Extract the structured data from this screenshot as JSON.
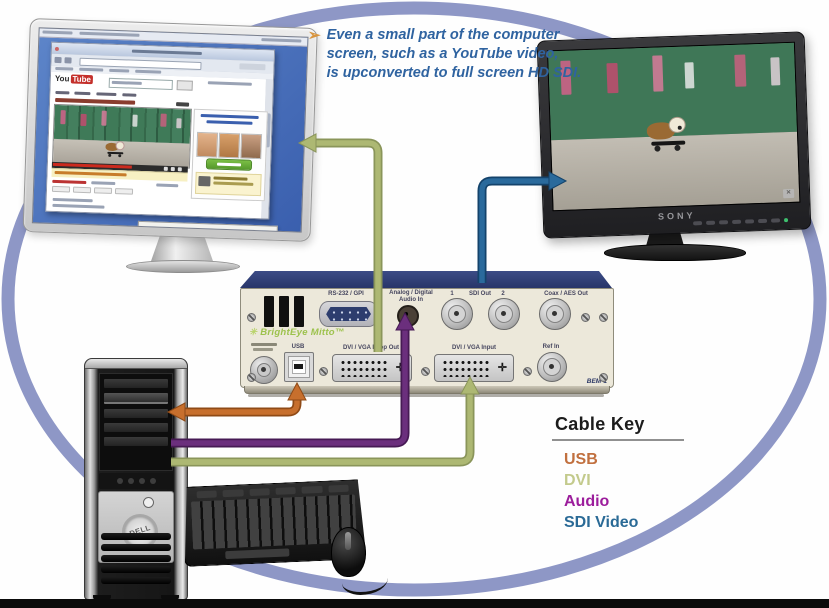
{
  "annotation": {
    "bullet": "➢",
    "lines": [
      "Even a small part of the computer",
      "screen, such as a YouTube video,",
      "is upconverted to full screen HD SDI."
    ]
  },
  "cable_key": {
    "title": "Cable Key",
    "items": [
      {
        "label": "USB",
        "color": "#c1703f"
      },
      {
        "label": "DVI",
        "color": "#c3ca8c"
      },
      {
        "label": "Audio",
        "color": "#9c1d9c"
      },
      {
        "label": "SDI Video",
        "color": "#2a6a96"
      }
    ]
  },
  "converter": {
    "brand_icon": "✳",
    "brand": "BrightEye Mitto™",
    "model": "BEM-1",
    "ports": {
      "rs232": "RS-232 / GPI",
      "audio_line1": "Analog / Digital",
      "audio_line2": "Audio In",
      "sdi_left": "1",
      "sdi_label": "SDI Out",
      "sdi_right": "2",
      "coax": "Coax / AES Out",
      "usb": "USB",
      "dvi_loop": "DVI / VGA Loop Out",
      "dvi_input": "DVI / VGA Input",
      "ref_in": "Ref In"
    }
  },
  "devices": {
    "monitor_brand": "SONY",
    "tower_brand": "DELL",
    "youtube_logo_you": "You",
    "youtube_logo_tube": "Tube",
    "sony_bug": "✕"
  },
  "cables": {
    "usb": "#c76f2d",
    "dvi": "#adb873",
    "audio": "#6b2f7d",
    "sdi_video": "#2a6a9c",
    "ring": "#8e97c6"
  }
}
